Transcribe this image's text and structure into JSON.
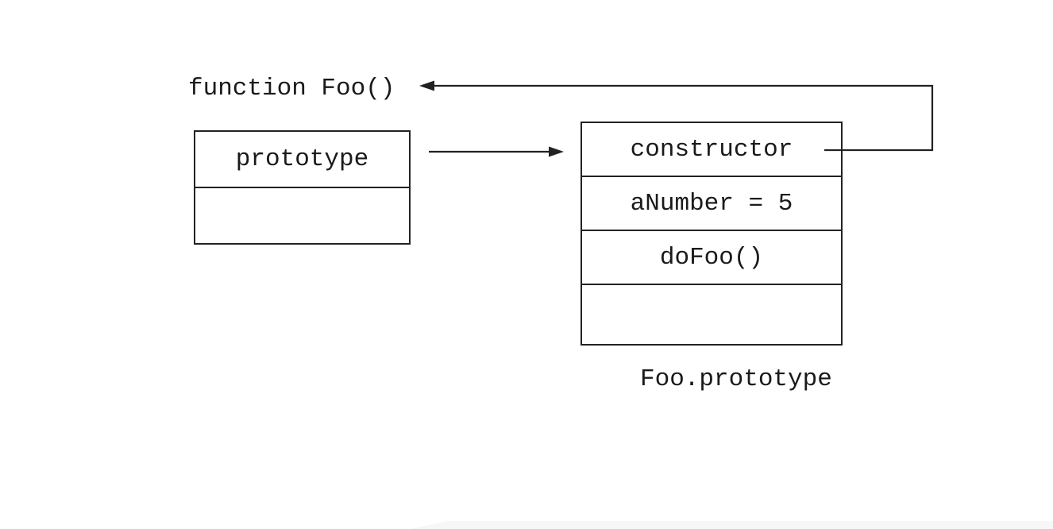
{
  "diagram": {
    "function_label": "function Foo()",
    "left_box": {
      "rows": [
        "prototype",
        ""
      ]
    },
    "right_box": {
      "rows": [
        "constructor",
        "aNumber = 5",
        "doFoo()",
        ""
      ],
      "caption": "Foo.prototype"
    },
    "colors": {
      "line": "#222222",
      "text": "#1a1a1a",
      "background": "#ffffff"
    }
  }
}
